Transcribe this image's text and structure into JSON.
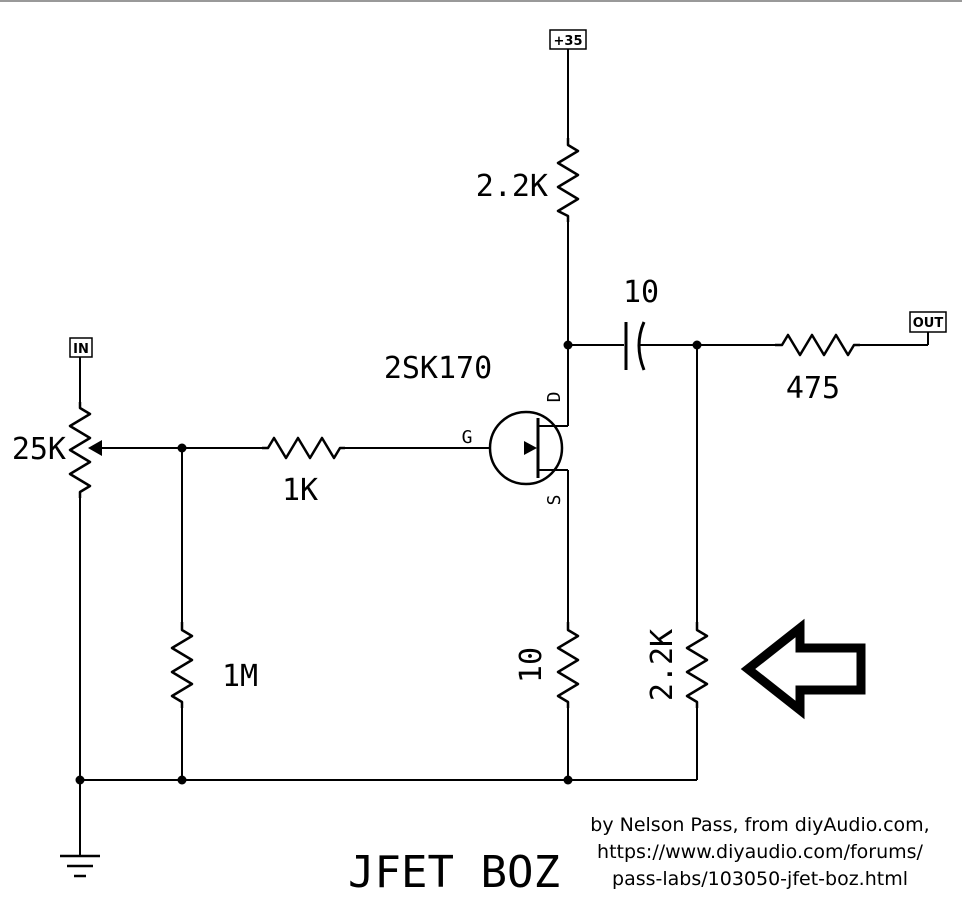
{
  "title": "JFET BOZ",
  "supply": {
    "label": "+35"
  },
  "ports": {
    "input": "IN",
    "output": "OUT"
  },
  "transistor": {
    "part": "2SK170",
    "pins": {
      "gate": "G",
      "drain": "D",
      "source": "S"
    }
  },
  "components": {
    "pot": "25K",
    "gate_resistor": "1K",
    "bias_resistor": "1M",
    "drain_resistor": "2.2K",
    "source_resistor": "10",
    "coupling_cap": "10",
    "output_resistor": "475",
    "shunt_resistor": "2.2K"
  },
  "credit": {
    "line1": "by Nelson Pass, from diyAudio.com,",
    "line2": "https://www.diyaudio.com/forums/",
    "line3": "pass-labs/103050-jfet-boz.html"
  },
  "colors": {
    "ink": "#000000",
    "background": "#ffffff"
  },
  "icons": {
    "highlight": "hollow-arrow-left-icon",
    "ground": "ground-icon"
  }
}
